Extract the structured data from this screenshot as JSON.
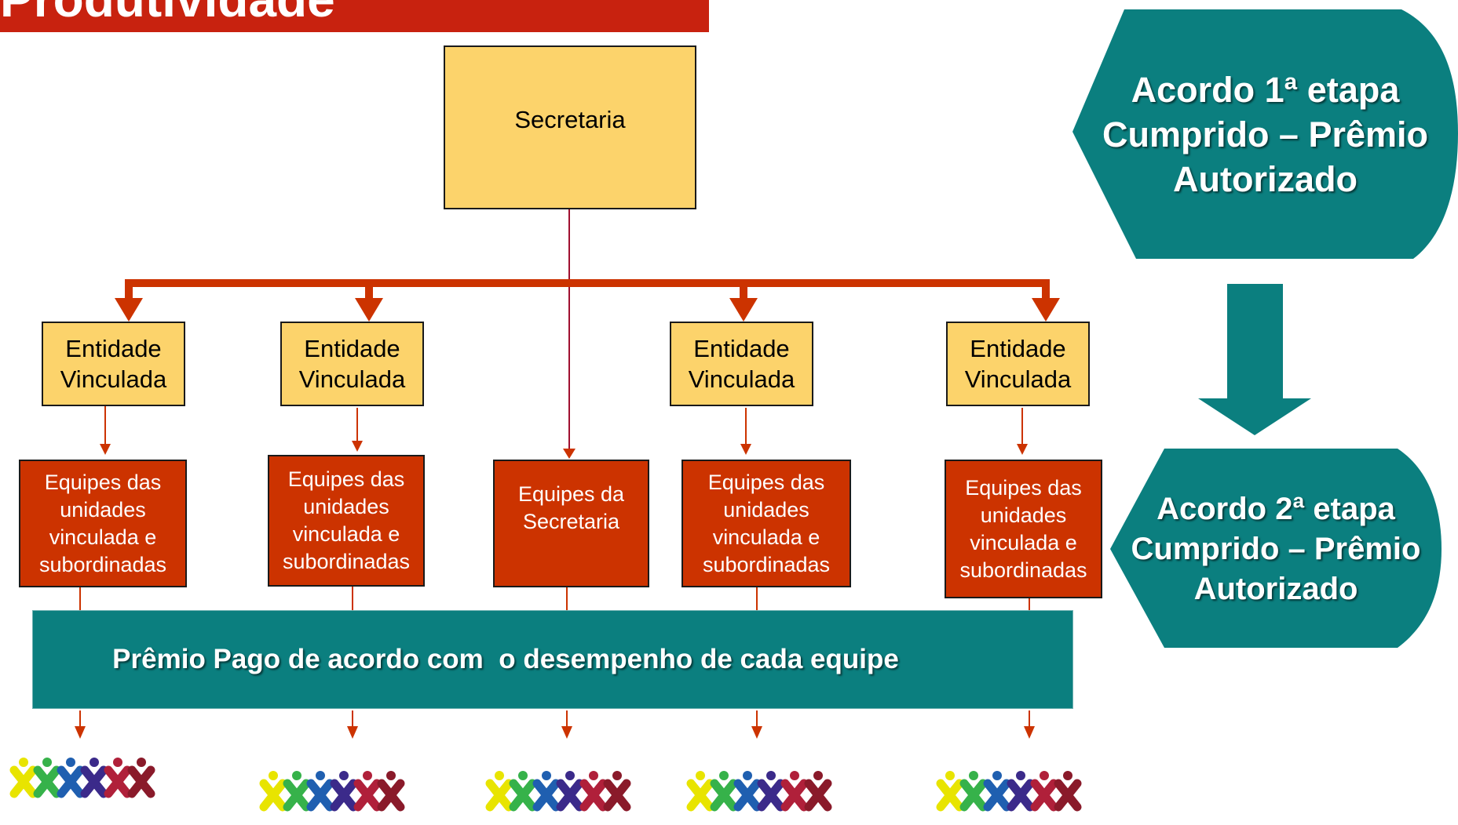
{
  "title": {
    "text": "Produtividade"
  },
  "secretaria": {
    "label": "Secretaria"
  },
  "entidades": [
    {
      "line1": "Entidade",
      "line2": "Vinculada"
    },
    {
      "line1": "Entidade",
      "line2": "Vinculada"
    },
    {
      "line1": "Entidade",
      "line2": "Vinculada"
    },
    {
      "line1": "Entidade",
      "line2": "Vinculada"
    }
  ],
  "equipes": [
    {
      "lines": [
        "Equipes das",
        "unidades",
        "vinculada e",
        "subordinadas"
      ]
    },
    {
      "lines": [
        "Equipes das",
        "unidades",
        "vinculada e",
        "subordinadas"
      ]
    },
    {
      "lines": [
        "Equipes da",
        "Secretaria"
      ]
    },
    {
      "lines": [
        "Equipes das",
        "unidades",
        "vinculada e",
        "subordinadas"
      ]
    },
    {
      "lines": [
        "Equipes das",
        "unidades",
        "vinculada e",
        "subordinadas"
      ]
    }
  ],
  "premio_bar": {
    "label": "Prêmio Pago de acordo com  o desempenho de cada equipe"
  },
  "acordo1": {
    "line1": "Acordo 1ª etapa",
    "line2": "Cumprido – Prêmio",
    "line3": "Autorizado"
  },
  "acordo2": {
    "line1": "Acordo 2ª etapa",
    "line2": "Cumprido – Prêmio",
    "line3": "Autorizado"
  },
  "colors": {
    "banner": "#c8220f",
    "box_yellow": "#fcd36b",
    "box_red": "#cc3300",
    "teal": "#0b7f7f",
    "connector": "#cc3300",
    "secretaria_line": "#a01030"
  },
  "icons": [
    "people-chain-icon",
    "people-chain-icon",
    "people-chain-icon",
    "people-chain-icon",
    "people-chain-icon"
  ]
}
